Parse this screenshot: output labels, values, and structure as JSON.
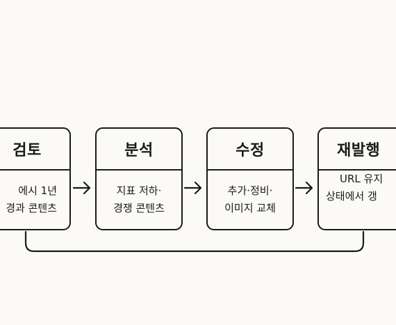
{
  "diagram": {
    "nodes": [
      {
        "title": "검토",
        "lines": [
          "에시 1년",
          "경과 콘텐츠"
        ]
      },
      {
        "title": "분석",
        "lines": [
          "지표 저하·",
          "경쟁 콘텐츠"
        ]
      },
      {
        "title": "수정",
        "lines": [
          "추가·정비·",
          "이미지 교체"
        ]
      },
      {
        "title": "재발행",
        "lines": [
          "URL 유지",
          "상태에서 갱"
        ]
      }
    ],
    "colors": {
      "background": "#fbfaf6",
      "stroke": "#1a1a1a"
    }
  }
}
